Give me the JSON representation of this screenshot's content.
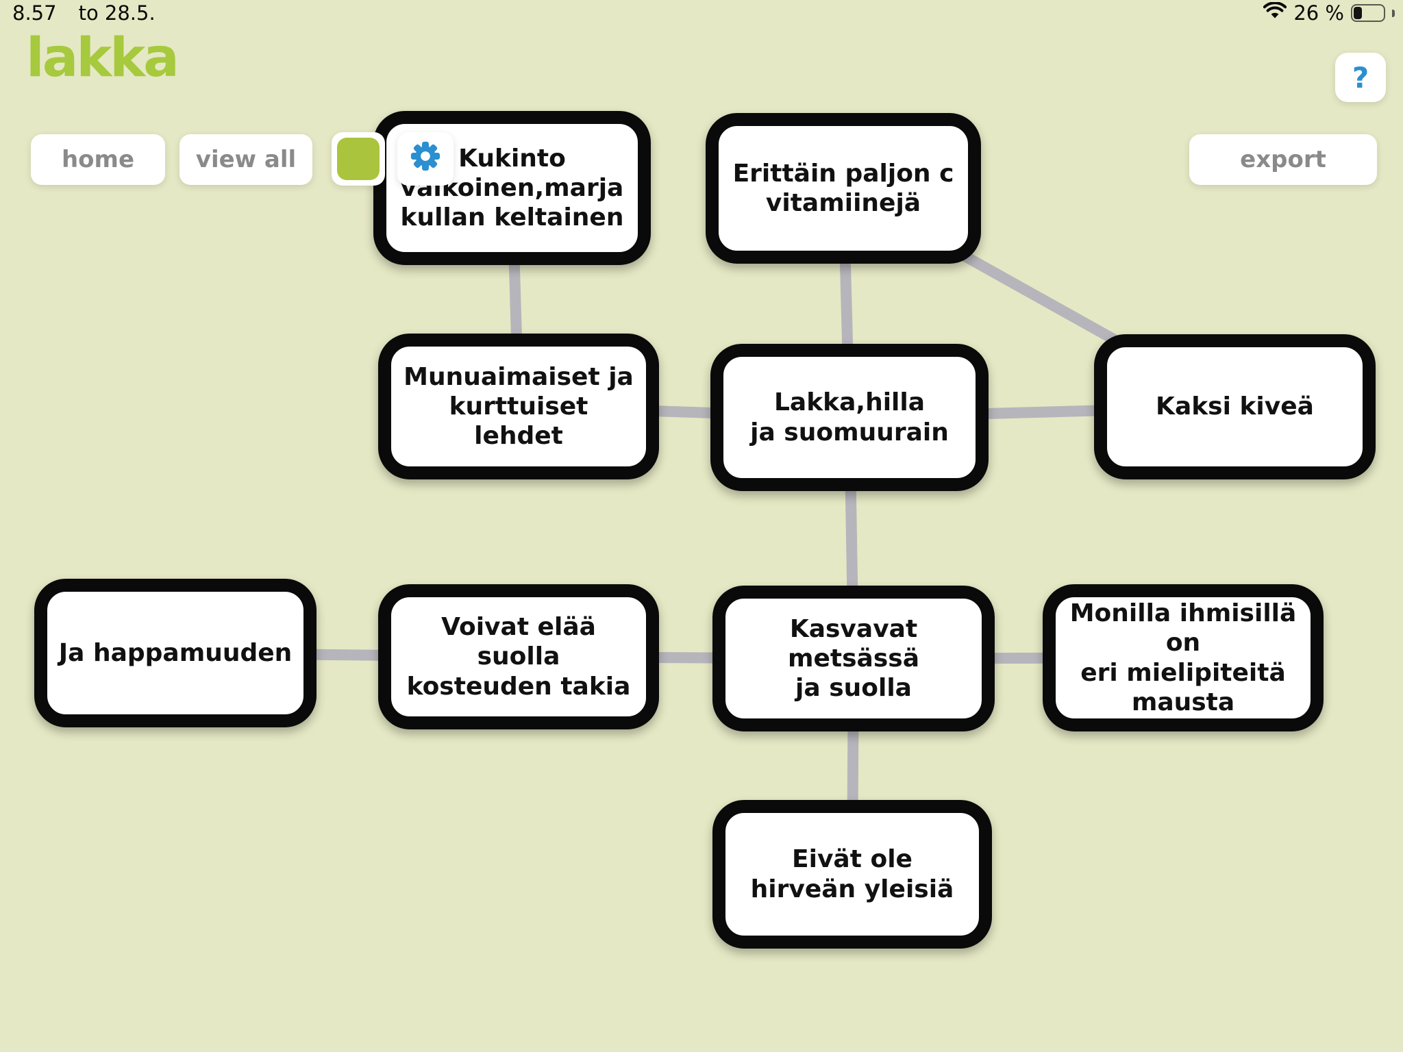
{
  "status_bar": {
    "time": "8.57",
    "date": "to 28.5.",
    "battery_percent": "26 %",
    "wifi_icon": "wifi-icon",
    "battery_icon": "battery-icon"
  },
  "header": {
    "logo": "lakka",
    "help": "?"
  },
  "toolbar": {
    "home": "home",
    "view_all": "view all",
    "color_swatch_icon": "green-color-swatch",
    "settings_icon": "gear-icon",
    "export": "export"
  },
  "diagram": {
    "nodes": [
      {
        "id": "kukinto",
        "lines": [
          "Kukinto",
          "valkoinen,marja",
          "kullan keltainen"
        ]
      },
      {
        "id": "erittain",
        "lines": [
          "Erittäin paljon c",
          "vitamiinejä"
        ]
      },
      {
        "id": "munuaimaiset",
        "lines": [
          "Munuaimaiset  ja",
          "kurttuiset lehdet"
        ]
      },
      {
        "id": "lakka",
        "lines": [
          "Lakka,hilla",
          "ja suomuurain"
        ]
      },
      {
        "id": "kaksi",
        "lines": [
          "Kaksi kiveä"
        ]
      },
      {
        "id": "happamuuden",
        "lines": [
          "Ja happamuuden"
        ]
      },
      {
        "id": "voivat",
        "lines": [
          "Voivat elää suolla",
          "kosteuden takia"
        ]
      },
      {
        "id": "kasvavat",
        "lines": [
          "Kasvavat metsässä",
          "ja suolla"
        ]
      },
      {
        "id": "monilla",
        "lines": [
          "Monilla ihmisillä on",
          "eri mielipiteitä",
          "mausta"
        ]
      },
      {
        "id": "eivat",
        "lines": [
          "Eivät ole",
          "hirveän yleisiä"
        ]
      }
    ],
    "connections": [
      {
        "from": "kukinto",
        "to": "munuaimaiset"
      },
      {
        "from": "erittain",
        "to": "lakka"
      },
      {
        "from": "erittain",
        "to": "kaksi"
      },
      {
        "from": "munuaimaiset",
        "to": "lakka"
      },
      {
        "from": "lakka",
        "to": "kaksi"
      },
      {
        "from": "lakka",
        "to": "kasvavat"
      },
      {
        "from": "happamuuden",
        "to": "voivat"
      },
      {
        "from": "voivat",
        "to": "kasvavat"
      },
      {
        "from": "kasvavat",
        "to": "monilla"
      },
      {
        "from": "kasvavat",
        "to": "eivat"
      }
    ]
  },
  "colors": {
    "background": "#e5e8c4",
    "accent_green": "#a6c93e",
    "icon_blue": "#2b8fd0",
    "connector_gray": "#b6b5bb",
    "node_border": "#0a0a0a",
    "button_text": "#8a8a8a"
  }
}
